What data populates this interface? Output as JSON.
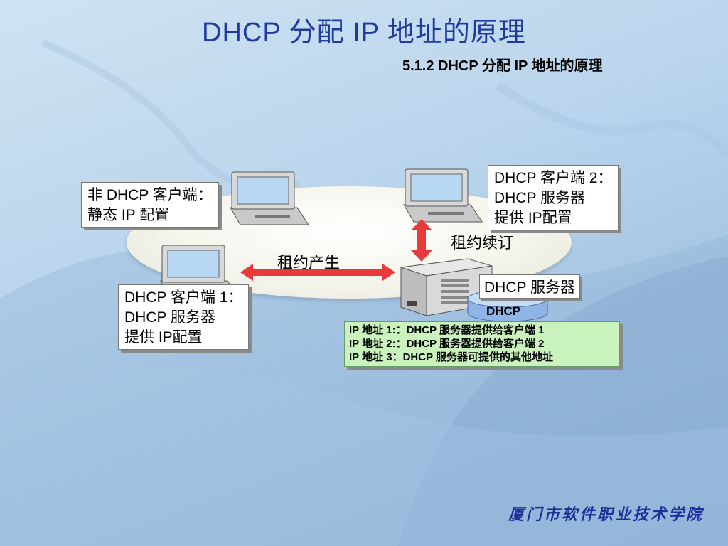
{
  "slide": {
    "title": "DHCP 分配 IP 地址的原理",
    "section": "5.1.2   DHCP 分配 IP 地址的原理",
    "footer": "厦门市软件职业技术学院"
  },
  "nodes": {
    "static_client": {
      "line1": "非 DHCP 客户端：",
      "line2": "静态 IP 配置"
    },
    "client1": {
      "line1": "DHCP 客户端 1：",
      "line2": "DHCP 服务器",
      "line3": "提供 IP配置"
    },
    "client2": {
      "line1": "DHCP 客户端 2：",
      "line2": "DHCP 服务器",
      "line3": "提供 IP配置"
    },
    "server": {
      "label": "DHCP 服务器",
      "db_label": "DHCP"
    }
  },
  "edges": {
    "lease_create": "租约产生",
    "lease_renew": "租约续订"
  },
  "address_pool": {
    "rows": [
      "IP 地址 1:：DHCP 服务器提供给客户端 1",
      "IP 地址 2:：DHCP 服务器提供给客户端 2",
      "IP 地址 3：DHCP 服务器可提供的其他地址"
    ]
  },
  "colors": {
    "title": "#1f3aa0",
    "arrow": "#e83a3a",
    "pool_bg": "#c9f2bd"
  }
}
